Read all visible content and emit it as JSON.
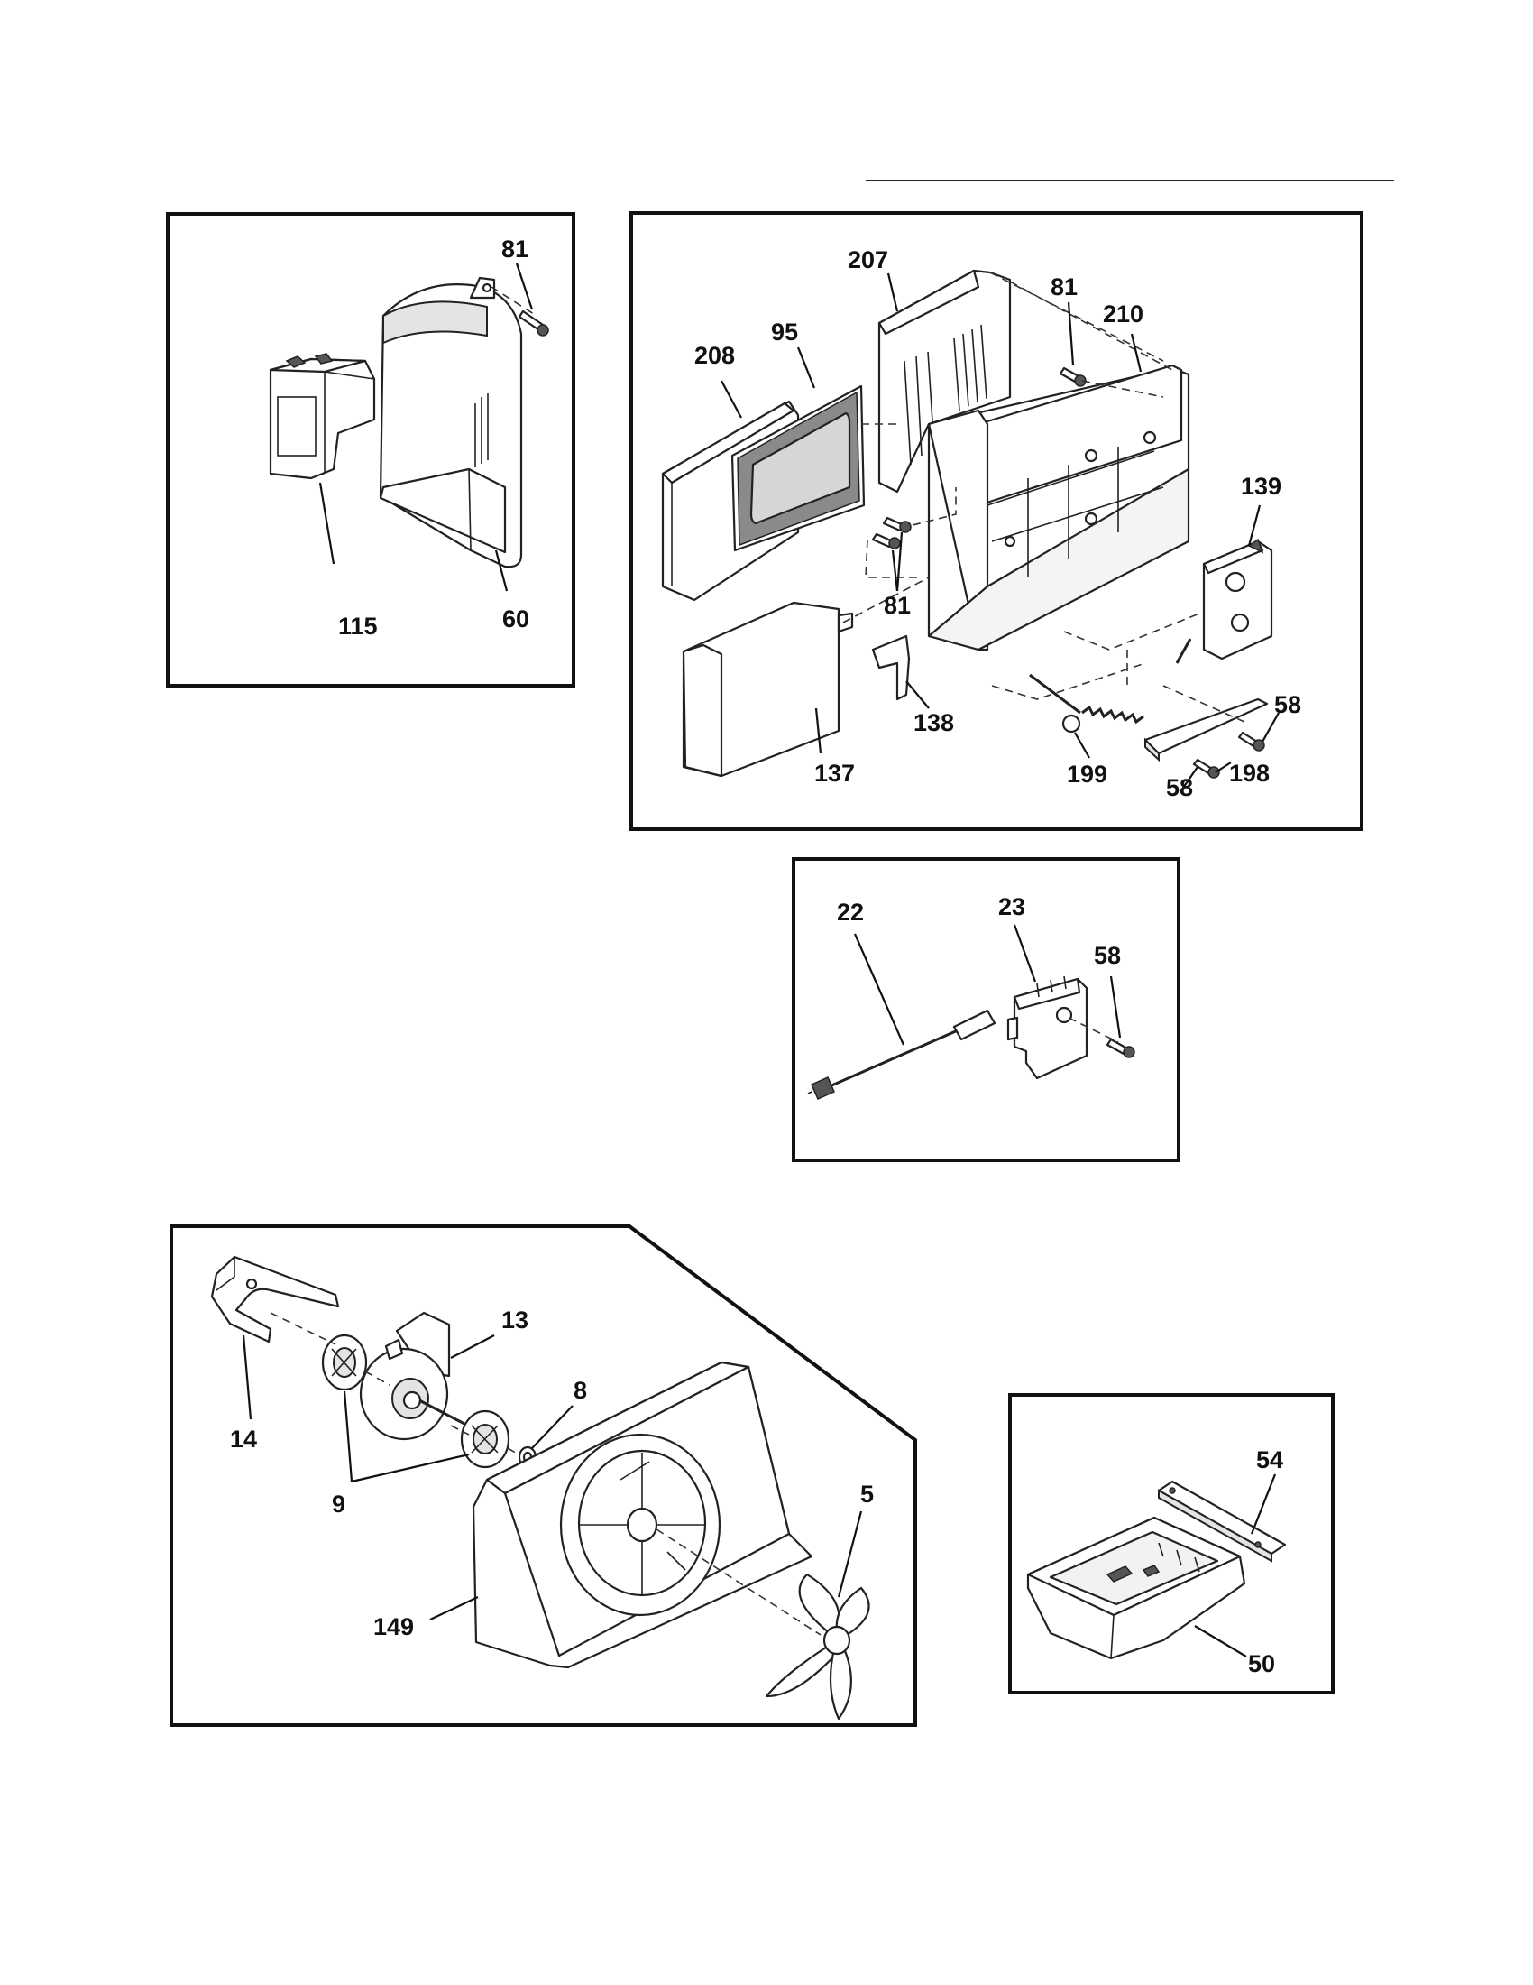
{
  "callouts": {
    "p1_81": "81",
    "p1_115": "115",
    "p1_60": "60",
    "p2_207": "207",
    "p2_81a": "81",
    "p2_210": "210",
    "p2_95": "95",
    "p2_208": "208",
    "p2_139": "139",
    "p2_81b": "81",
    "p2_138": "138",
    "p2_137": "137",
    "p2_58a": "58",
    "p2_198": "198",
    "p2_58b": "58",
    "p2_199": "199",
    "p3_22": "22",
    "p3_23": "23",
    "p3_58": "58",
    "p4_13": "13",
    "p4_14": "14",
    "p4_8": "8",
    "p4_9": "9",
    "p4_5": "5",
    "p4_149": "149",
    "p5_54": "54",
    "p5_50": "50"
  }
}
